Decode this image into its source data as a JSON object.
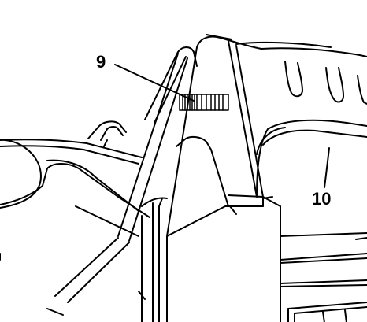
{
  "figure": {
    "line_color": "#000000",
    "background_color": "#ffffff",
    "callouts": [
      {
        "number": "9",
        "part": "knurled-adjustment-wheel"
      },
      {
        "number": "10",
        "part": "handle-grip"
      }
    ]
  }
}
